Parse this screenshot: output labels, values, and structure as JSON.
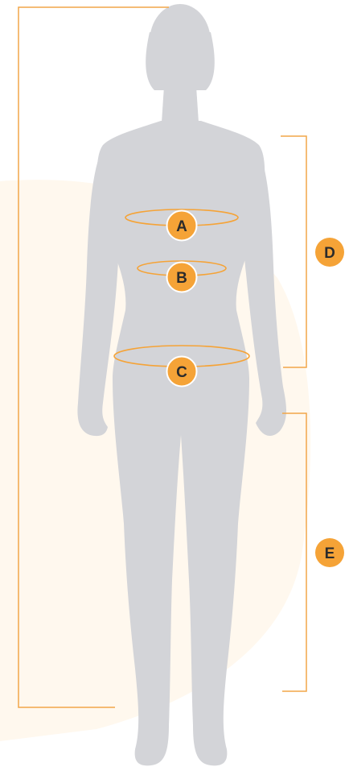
{
  "markers": {
    "a": "A",
    "b": "B",
    "c": "C",
    "d": "D",
    "e": "E"
  },
  "colors": {
    "accent": "#F5A337",
    "bracket": "#F2A649",
    "silhouette": "#D3D4D8",
    "background_glow": "#FFF8EE",
    "label_text": "#2B2B2B"
  }
}
